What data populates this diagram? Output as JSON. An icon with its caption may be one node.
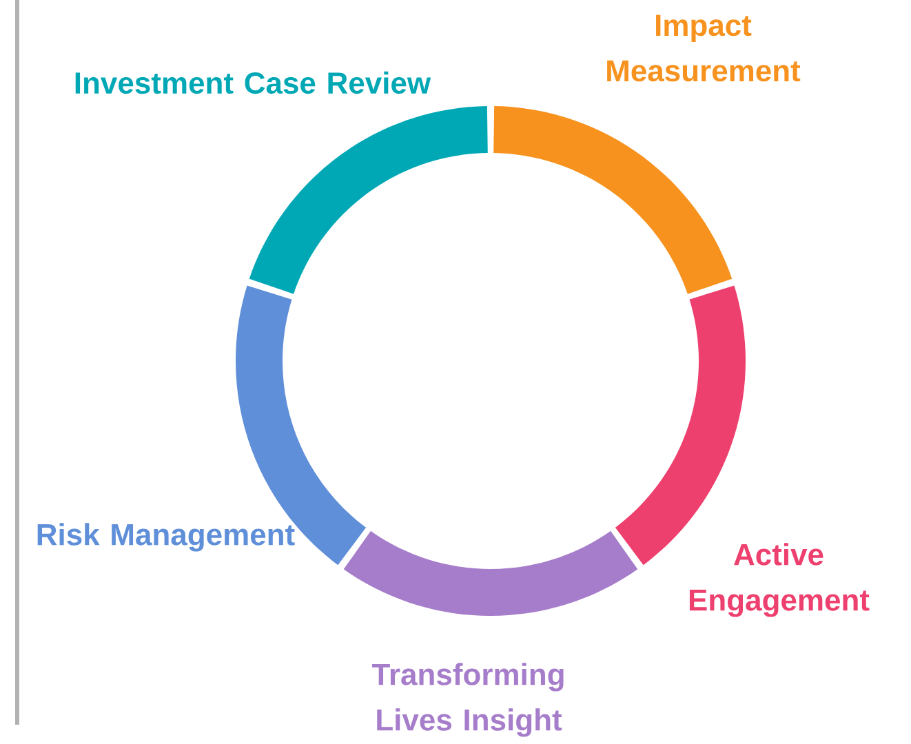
{
  "diagram": {
    "nodes": [
      {
        "text": [
          "Impact Measurement"
        ]
      },
      {
        "text": [
          "Active Engagement"
        ]
      },
      {
        "text": [
          "Transforming Lives Insight"
        ]
      },
      {
        "text": [
          "Risk Management"
        ]
      },
      {
        "text": [
          "Investment Case Review"
        ]
      }
    ]
  }
}
